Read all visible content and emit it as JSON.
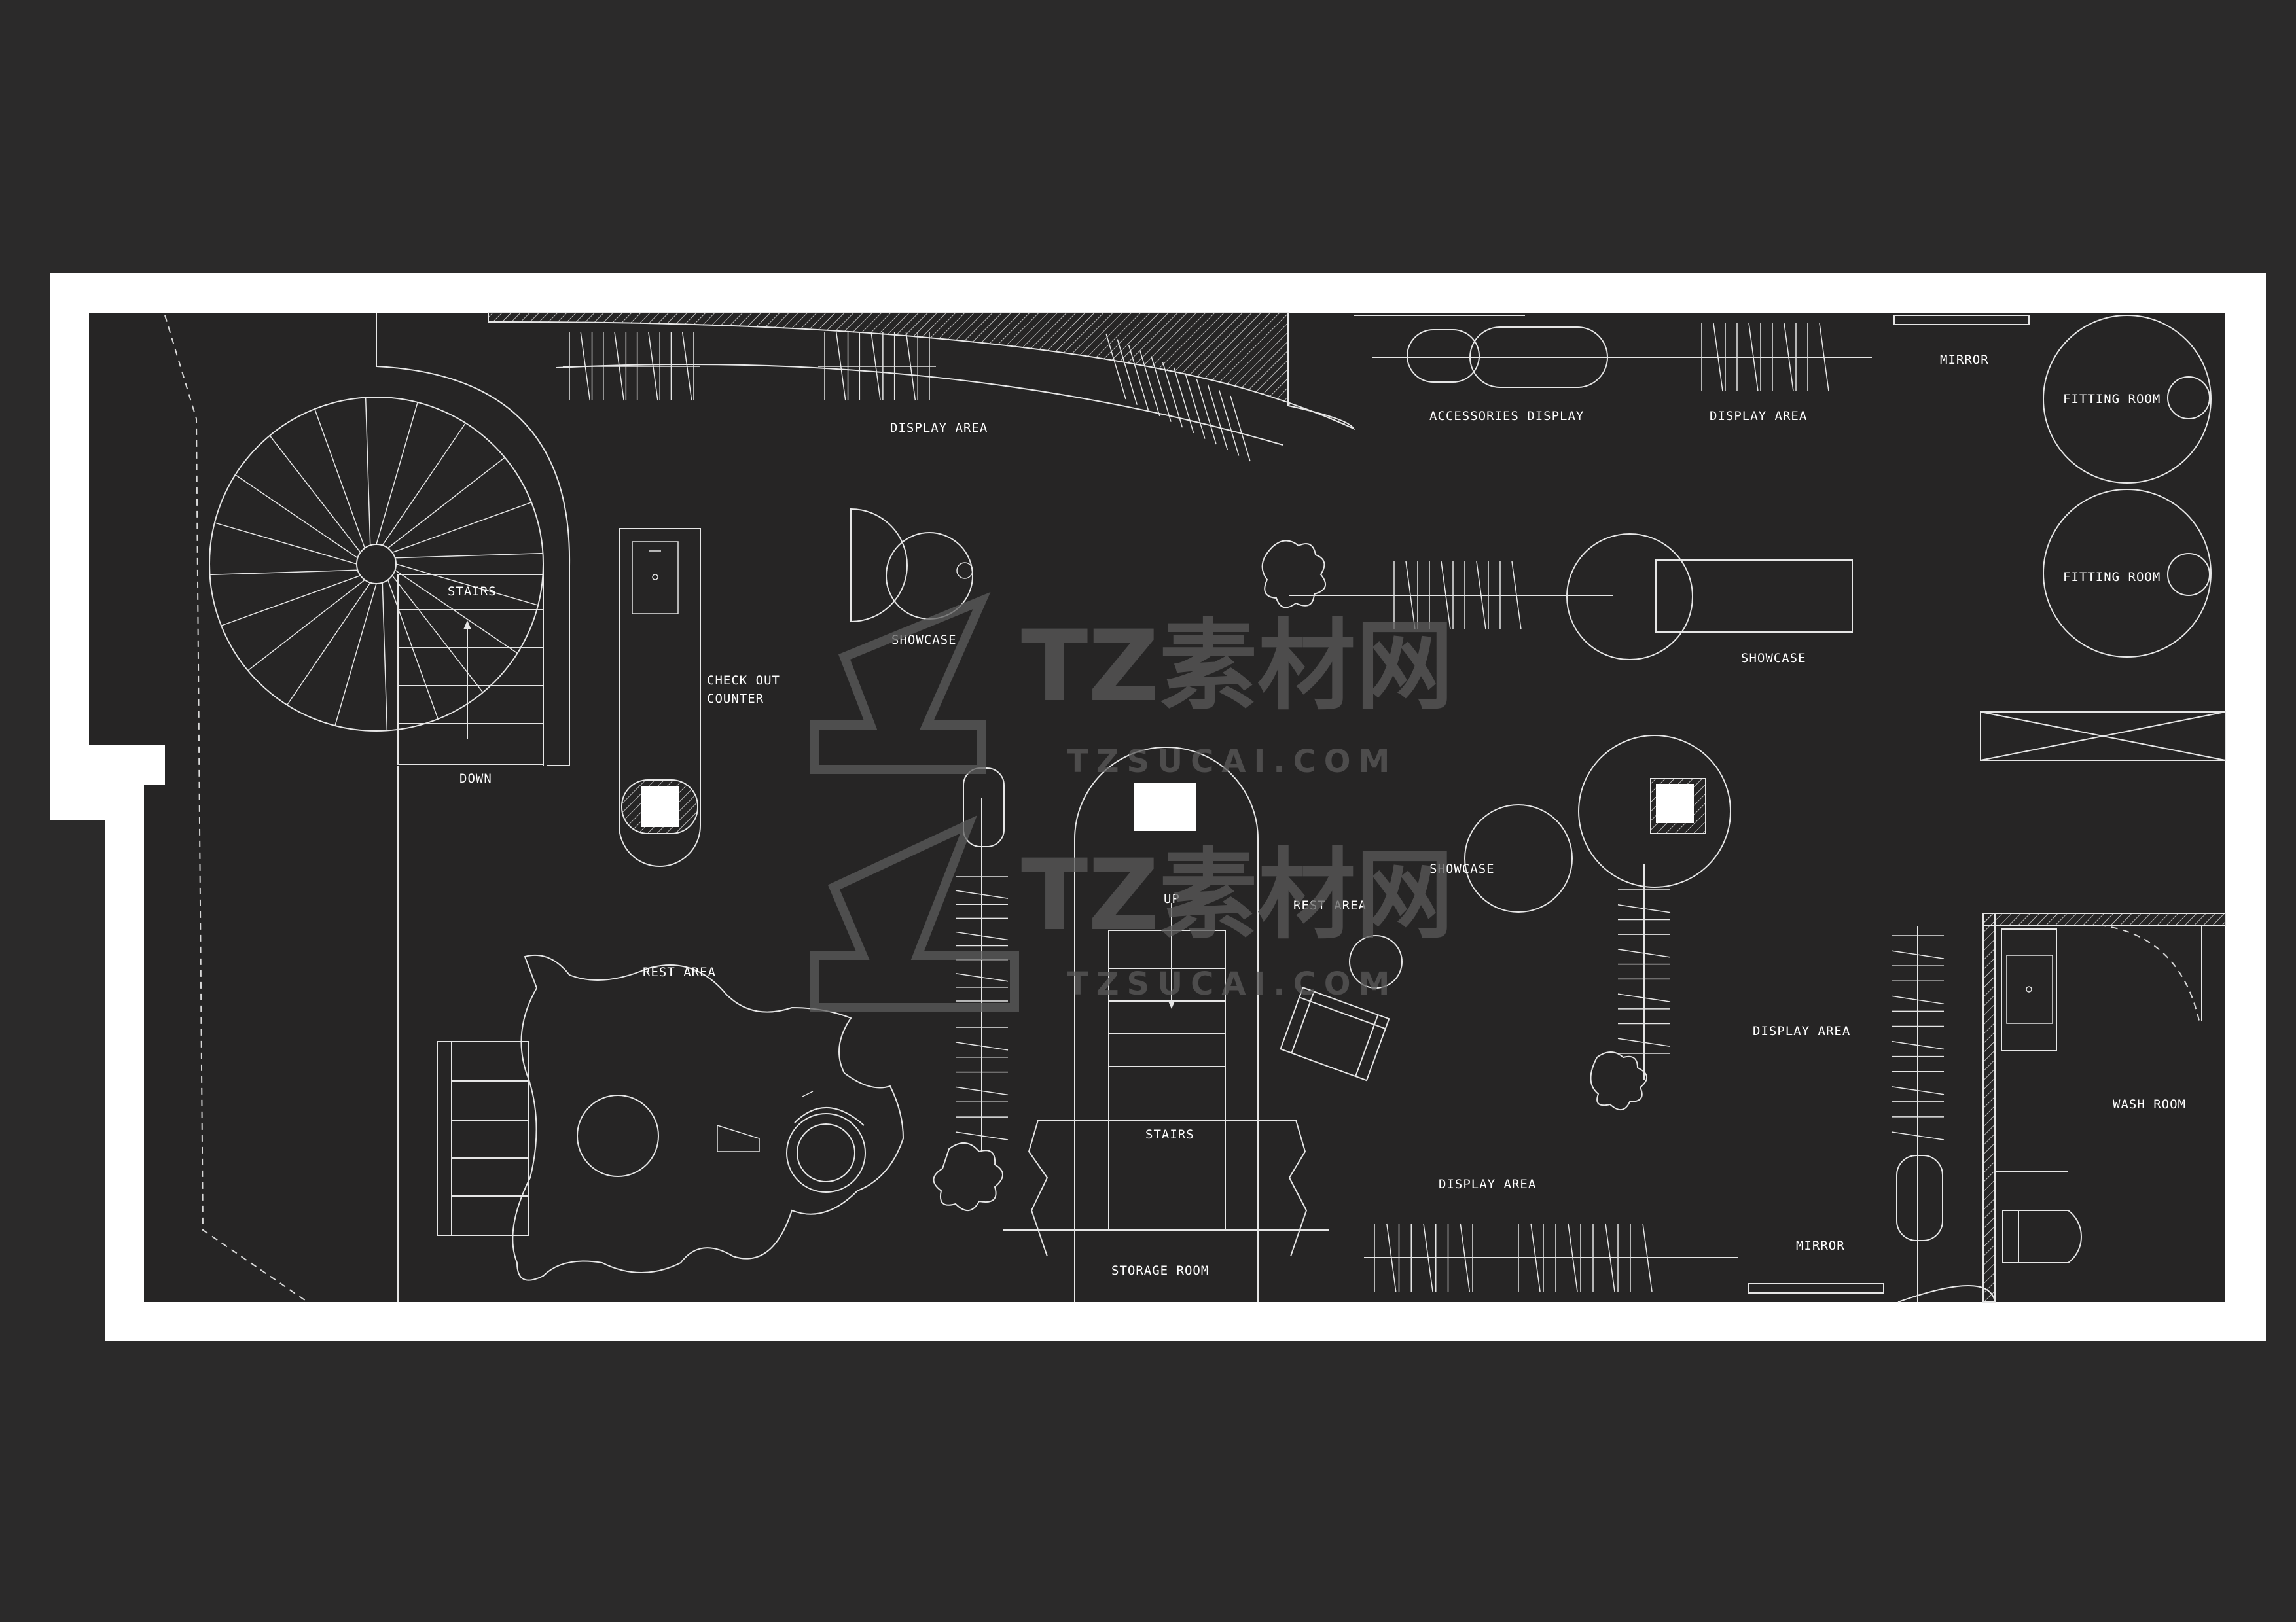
{
  "colors": {
    "background": "#2b2a2a",
    "wall": "#ffffff",
    "floor": "#262525",
    "linework": "#e6e6e6"
  },
  "labels": {
    "stairs_left": "STAIRS",
    "down": "DOWN",
    "check_out": "CHECK OUT",
    "counter": "COUNTER",
    "display_area_top": "DISPLAY AREA",
    "showcase_left": "SHOWCASE",
    "accessories_display": "ACCESSORIES DISPLAY",
    "display_area_top_right": "DISPLAY AREA",
    "mirror_top": "MIRROR",
    "fitting_room_1": "FITTING ROOM",
    "fitting_room_2": "FITTING ROOM",
    "showcase_right": "SHOWCASE",
    "up": "UP",
    "rest_area_center": "REST  AREA",
    "showcase_center": "SHOWCASE",
    "rest_area_left": "REST  AREA",
    "stairs_center": "STAIRS",
    "storage_room": "STORAGE ROOM",
    "display_area_bottom": "DISPLAY AREA",
    "mirror_bottom": "MIRROR",
    "display_area_right": "DISPLAY AREA",
    "wash_room": "WASH ROOM"
  },
  "watermark": {
    "cn": "TZ素材网",
    "en": "TZSUCAI.COM"
  },
  "icons": [
    "spiral-stair-icon",
    "rug-icon",
    "chair-icon",
    "toilet-icon",
    "sink-icon",
    "clothes-rack-icon"
  ]
}
